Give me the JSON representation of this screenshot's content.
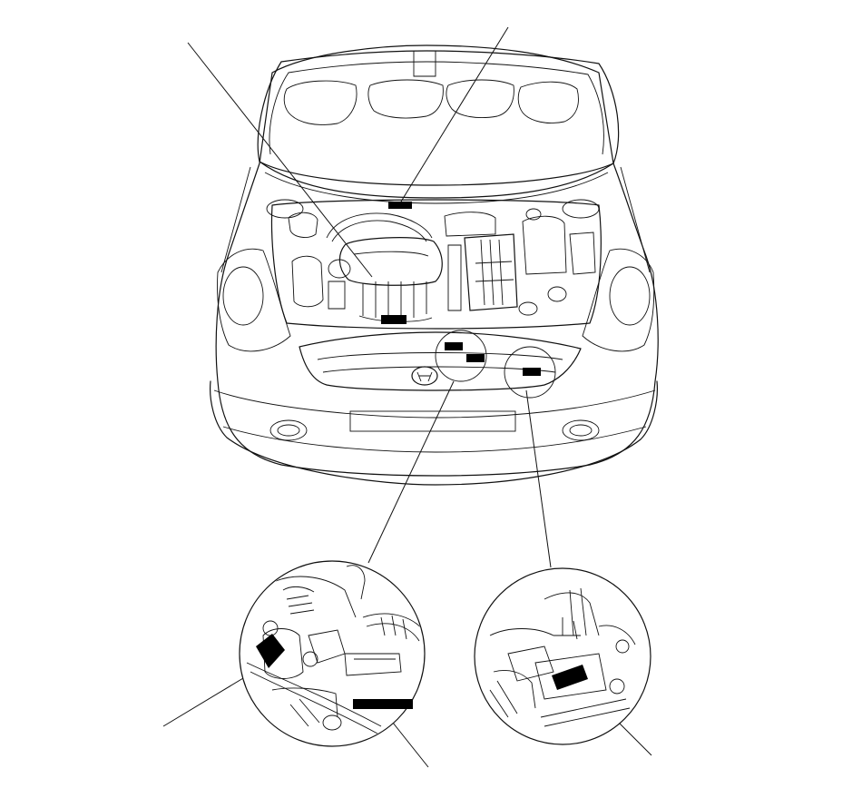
{
  "figure": {
    "subject": "engine-compartment-front-view",
    "callouts": [
      {
        "id": "top-left",
        "label": ""
      },
      {
        "id": "top-right",
        "label": ""
      },
      {
        "id": "bottom-left",
        "label": ""
      },
      {
        "id": "bottom-center",
        "label": ""
      },
      {
        "id": "bottom-right",
        "label": ""
      }
    ],
    "detail_views": [
      "left-inset",
      "right-inset"
    ],
    "colors": {
      "line": "#111111",
      "label_block": "#000000",
      "background": "#ffffff"
    }
  }
}
